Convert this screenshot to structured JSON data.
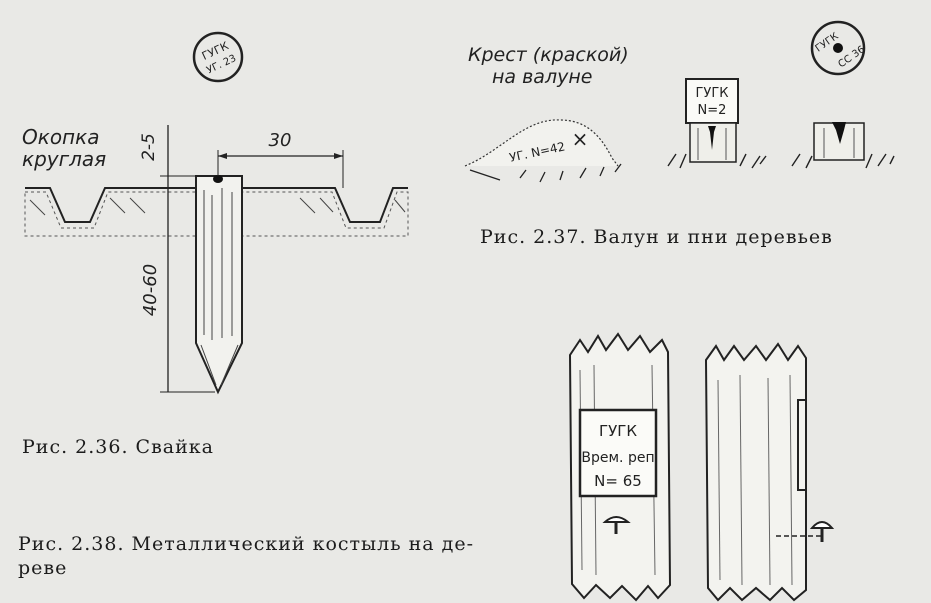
{
  "fig236": {
    "marker_line1": "ГУГК",
    "marker_line2": "УГ. 23",
    "trench_label_line1": "Окопка",
    "trench_label_line2": "круглая",
    "dim_top": "2-5",
    "dim_width": "30",
    "dim_depth": "40-60",
    "caption": "Рис. 2.36. Свайка"
  },
  "fig237": {
    "cross_note_line1": "Крест (краской)",
    "cross_note_line2": "на валуне",
    "boulder_label": "УГ. N=42",
    "cross_mark": "×",
    "stump_sign_line1": "ГУГК",
    "stump_sign_line2": "N=2",
    "marker2_line1": "ГУГК",
    "marker2_line2": "СС 36",
    "caption": "Рис. 2.37. Валун и пни деревьев"
  },
  "fig238": {
    "plate_line1": "ГУГК",
    "plate_line2": "Врем. реп",
    "plate_line3": "N= 65",
    "caption_line1": "Рис. 2.38. Металлический костыль на де-",
    "caption_line2": "реве"
  }
}
